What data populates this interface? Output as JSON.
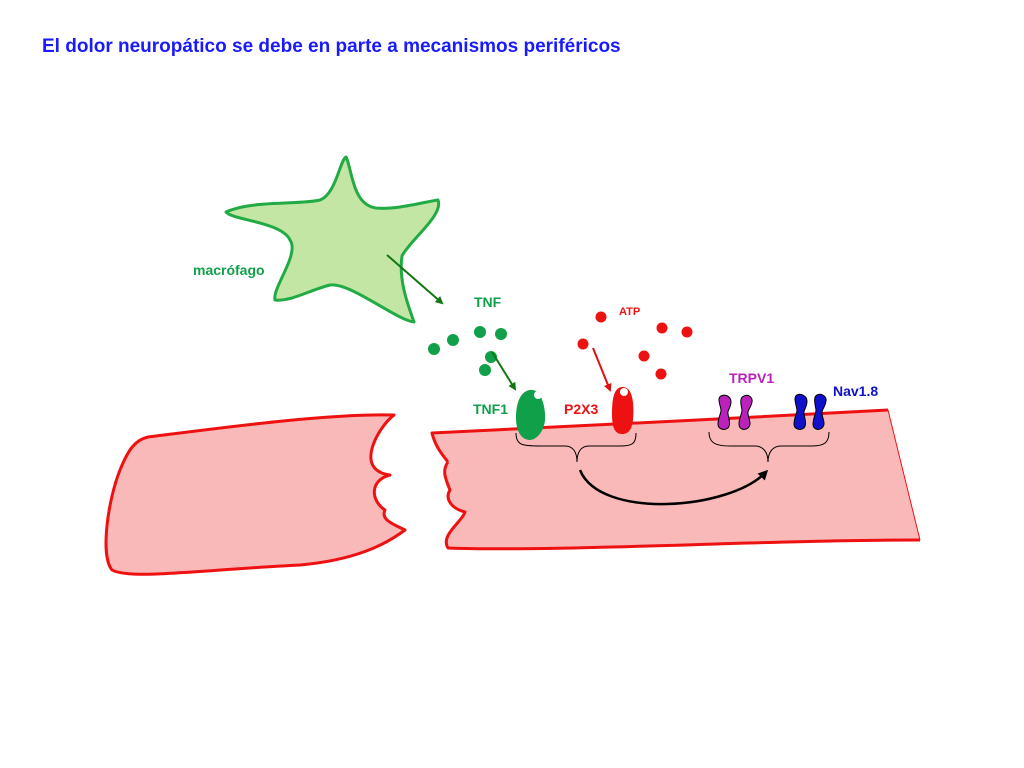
{
  "title": "El dolor neuropático se debe en parte a mecanismos periféricos",
  "labels": {
    "macrophage": "macrófago",
    "tnf": "TNF",
    "atp": "ATP",
    "tnf1": "TNF1",
    "p2x3": "P2X3",
    "trpv1": "TRPV1",
    "nav18": "Nav1.8"
  },
  "colors": {
    "title": "#1a1aff",
    "macrophage_fill": "#c4e6a4",
    "macrophage_stroke": "#22aa44",
    "tnf": "#11a04a",
    "atp": "#ee1111",
    "neuron_fill": "#f9b9b9",
    "neuron_stroke": "#ee1111",
    "trpv1": "#bb22bb",
    "nav18": "#1111cc"
  }
}
